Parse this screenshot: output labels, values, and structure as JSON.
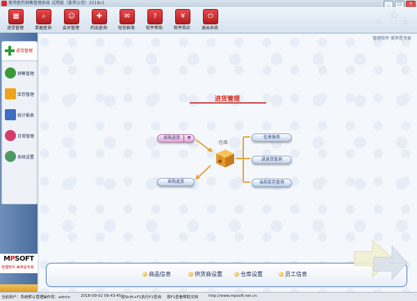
{
  "window": {
    "title": "美萍医药销售管理系统 试用版（美萍公司）2018v1",
    "buttons": [
      "_",
      "□",
      "×"
    ]
  },
  "toolbar": {
    "items": [
      {
        "label": "进货管理",
        "icon": "truck-icon",
        "glyph": "▦"
      },
      {
        "label": "单据查询",
        "icon": "search-icon",
        "glyph": "⌕"
      },
      {
        "label": "会员管理",
        "icon": "people-icon",
        "glyph": "☺"
      },
      {
        "label": "药品查询",
        "icon": "pill-icon",
        "glyph": "✚"
      },
      {
        "label": "短信群发",
        "icon": "mail-icon",
        "glyph": "✉"
      },
      {
        "label": "软件帮助",
        "icon": "help-icon",
        "glyph": "?"
      },
      {
        "label": "软件购买",
        "icon": "cart-icon",
        "glyph": "¥"
      },
      {
        "label": "退出系统",
        "icon": "exit-icon",
        "glyph": "⏻"
      }
    ]
  },
  "sidebar": {
    "active": {
      "label": "进货管理",
      "icon": "plus-icon"
    },
    "items": [
      {
        "label": "销售管理",
        "icon": "sales-icon",
        "color": "#3a9a3a"
      },
      {
        "label": "库存管理",
        "icon": "star-icon",
        "color": "#f2a21a"
      },
      {
        "label": "统计报表",
        "icon": "report-icon",
        "color": "#3e6dc2"
      },
      {
        "label": "日常管理",
        "icon": "heart-icon",
        "color": "#d63c6b"
      },
      {
        "label": "系统设置",
        "icon": "settings-icon",
        "color": "#4c9a64"
      }
    ],
    "logo": {
      "brand_a": "M",
      "brand_p": "P",
      "brand_b": "SOFT",
      "tagline": "管理软件 美萍是专家"
    }
  },
  "content": {
    "top_info": "管理软件 美萍是专家",
    "heading": "进货管理",
    "center_label": "仓库",
    "buttons": {
      "purchase_in": "采购进货",
      "purchase_in_dropdown": "▼",
      "purchase_return": "采购退货",
      "account": "往来账务",
      "purchase_query": "进退货查询",
      "stock_query": "当前库存查询"
    }
  },
  "bottom_links": [
    {
      "label": "商品信息",
      "icon": "coin-icon"
    },
    {
      "label": "供货商设置",
      "icon": "coin-icon"
    },
    {
      "label": "仓库设置",
      "icon": "coin-icon"
    },
    {
      "label": "员工信息",
      "icon": "coin-icon"
    }
  ],
  "statusbar": {
    "user": "当前用户：系统默认管理",
    "operator": "操作员：admin",
    "datetime": "2018-09-02 09:43:45",
    "tip": "按Shift+F1执行F1查询",
    "help": "按F1查看帮助文档",
    "website": "http://www.mpsoft.net.cn"
  }
}
